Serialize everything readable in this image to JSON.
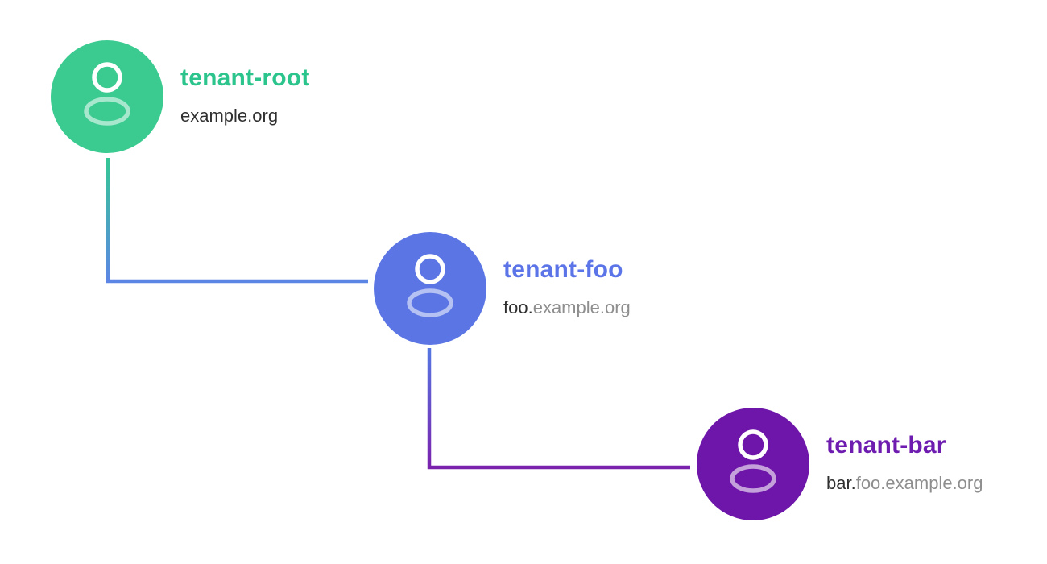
{
  "page": {
    "background": "#ffffff",
    "text_dark": "#2F2F2F",
    "text_gray": "#8E8E8E"
  },
  "nodes": [
    {
      "name": "tenant-root",
      "domain_dark": "example.org",
      "domain_gray": "",
      "circle_color": "#3BCB90",
      "title_color": "#2BC48D",
      "icon": "user-icon"
    },
    {
      "name": "tenant-foo",
      "domain_dark": "foo.",
      "domain_gray": "example.org",
      "circle_color": "#5B76E4",
      "title_color": "#5B74E8",
      "icon": "user-icon"
    },
    {
      "name": "tenant-bar",
      "domain_dark": "bar.",
      "domain_gray": "foo.example.org",
      "circle_color": "#6E16A9",
      "title_color": "#6D1CAF",
      "icon": "user-icon"
    }
  ],
  "connectors": [
    {
      "from": "tenant-root",
      "to": "tenant-foo",
      "gradient_from": "#35C794",
      "gradient_to": "#5C86E5"
    },
    {
      "from": "tenant-foo",
      "to": "tenant-bar",
      "gradient_from": "#5577E2",
      "gradient_to": "#7A22AE"
    }
  ]
}
